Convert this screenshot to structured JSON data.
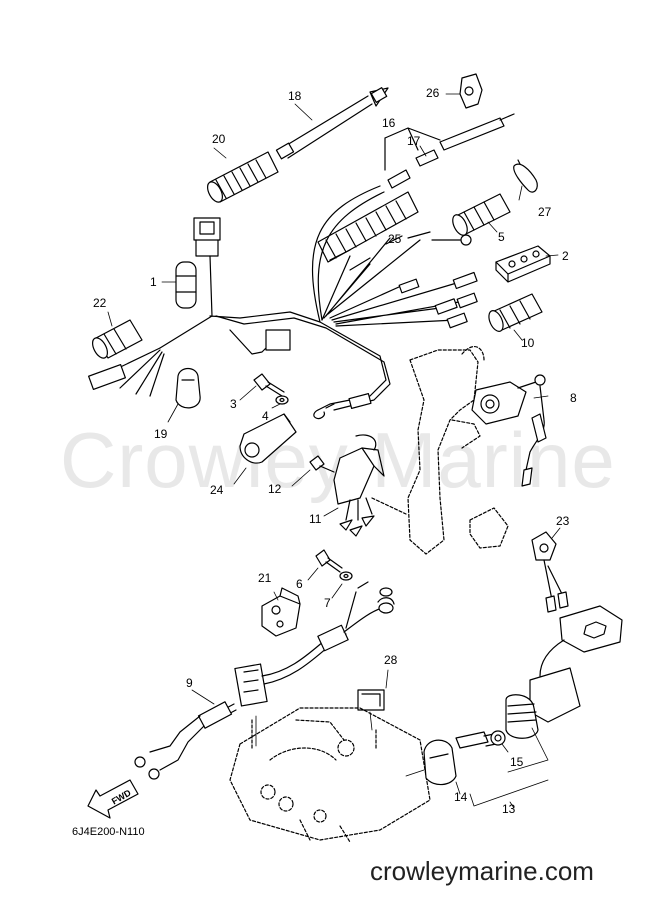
{
  "watermark": "Crowley Marine",
  "diagram_code": "6J4E200-N110",
  "website": "crowleymarine.com",
  "fwd_label": "FWD",
  "callouts": {
    "c1": "1",
    "c2": "2",
    "c3": "3",
    "c4": "4",
    "c5": "5",
    "c6": "6",
    "c7": "7",
    "c8": "8",
    "c9": "9",
    "c10": "10",
    "c11": "11",
    "c12": "12",
    "c13": "13",
    "c14": "14",
    "c15": "15",
    "c16": "16",
    "c17": "17",
    "c18": "18",
    "c19": "19",
    "c20": "20",
    "c21": "21",
    "c22": "22",
    "c23": "23",
    "c24": "24",
    "c25": "25",
    "c26": "26",
    "c27": "27",
    "c28": "28"
  }
}
